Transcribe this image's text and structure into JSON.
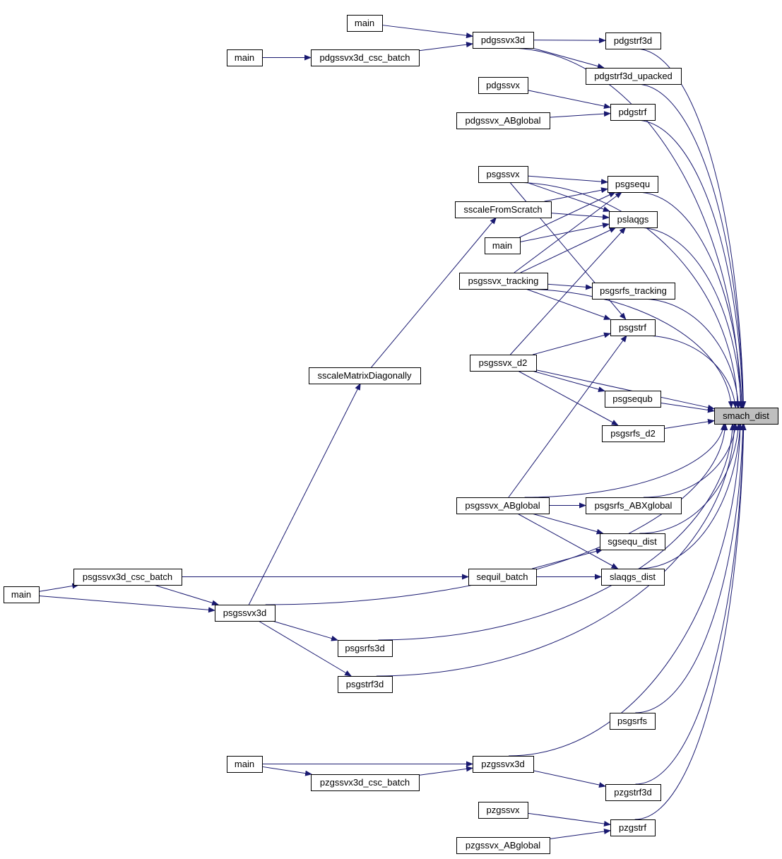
{
  "graph": {
    "target": "smach_dist",
    "edge_color": "#191970",
    "node_fill": "#ffffff",
    "target_fill": "#bfbfbf",
    "nodes": [
      {
        "id": "n_main1",
        "label": "main"
      },
      {
        "id": "n_pdgssvx3d",
        "label": "pdgssvx3d"
      },
      {
        "id": "n_main2",
        "label": "main"
      },
      {
        "id": "n_pdgssvx3d_csc_batch",
        "label": "pdgssvx3d_csc_batch"
      },
      {
        "id": "n_pdgstrf3d",
        "label": "pdgstrf3d"
      },
      {
        "id": "n_pdgstrf3d_upacked",
        "label": "pdgstrf3d_upacked"
      },
      {
        "id": "n_pdgssvx",
        "label": "pdgssvx"
      },
      {
        "id": "n_pdgstrf",
        "label": "pdgstrf"
      },
      {
        "id": "n_pdgssvx_ABglobal",
        "label": "pdgssvx_ABglobal"
      },
      {
        "id": "n_psgssvx",
        "label": "psgssvx"
      },
      {
        "id": "n_psgsequ",
        "label": "psgsequ"
      },
      {
        "id": "n_sscaleFromScratch",
        "label": "sscaleFromScratch"
      },
      {
        "id": "n_pslaqgs",
        "label": "pslaqgs"
      },
      {
        "id": "n_main3",
        "label": "main"
      },
      {
        "id": "n_psgssvx_tracking",
        "label": "psgssvx_tracking"
      },
      {
        "id": "n_psgsrfs_tracking",
        "label": "psgsrfs_tracking"
      },
      {
        "id": "n_psgstrf",
        "label": "psgstrf"
      },
      {
        "id": "n_psgssvx_d2",
        "label": "psgssvx_d2"
      },
      {
        "id": "n_sscaleMatrixDiagonally",
        "label": "sscaleMatrixDiagonally"
      },
      {
        "id": "n_psgsequb",
        "label": "psgsequb"
      },
      {
        "id": "n_smach_dist",
        "label": "smach_dist"
      },
      {
        "id": "n_psgsrfs_d2",
        "label": "psgsrfs_d2"
      },
      {
        "id": "n_psgssvx_ABglobal",
        "label": "psgssvx_ABglobal"
      },
      {
        "id": "n_psgsrfs_ABXglobal",
        "label": "psgsrfs_ABXglobal"
      },
      {
        "id": "n_sgsequ_dist",
        "label": "sgsequ_dist"
      },
      {
        "id": "n_psgssvx3d_csc_batch",
        "label": "psgssvx3d_csc_batch"
      },
      {
        "id": "n_sequil_batch",
        "label": "sequil_batch"
      },
      {
        "id": "n_slaqgs_dist",
        "label": "slaqgs_dist"
      },
      {
        "id": "n_main4",
        "label": "main"
      },
      {
        "id": "n_psgssvx3d",
        "label": "psgssvx3d"
      },
      {
        "id": "n_psgsrfs3d",
        "label": "psgsrfs3d"
      },
      {
        "id": "n_psgstrf3d",
        "label": "psgstrf3d"
      },
      {
        "id": "n_psgsrfs",
        "label": "psgsrfs"
      },
      {
        "id": "n_main5",
        "label": "main"
      },
      {
        "id": "n_pzgssvx3d",
        "label": "pzgssvx3d"
      },
      {
        "id": "n_pzgssvx3d_csc_batch",
        "label": "pzgssvx3d_csc_batch"
      },
      {
        "id": "n_pzgstrf3d",
        "label": "pzgstrf3d"
      },
      {
        "id": "n_pzgssvx",
        "label": "pzgssvx"
      },
      {
        "id": "n_pzgstrf",
        "label": "pzgstrf"
      },
      {
        "id": "n_pzgssvx_ABglobal",
        "label": "pzgssvx_ABglobal"
      }
    ],
    "edges": [
      {
        "from": "n_main1",
        "to": "n_pdgssvx3d"
      },
      {
        "from": "n_main2",
        "to": "n_pdgssvx3d_csc_batch"
      },
      {
        "from": "n_pdgssvx3d_csc_batch",
        "to": "n_pdgssvx3d"
      },
      {
        "from": "n_pdgssvx3d",
        "to": "n_pdgstrf3d"
      },
      {
        "from": "n_pdgssvx3d",
        "to": "n_pdgstrf3d_upacked"
      },
      {
        "from": "n_pdgssvx3d",
        "to": "n_smach_dist"
      },
      {
        "from": "n_pdgstrf3d",
        "to": "n_smach_dist"
      },
      {
        "from": "n_pdgstrf3d_upacked",
        "to": "n_smach_dist"
      },
      {
        "from": "n_pdgssvx",
        "to": "n_pdgstrf"
      },
      {
        "from": "n_pdgssvx_ABglobal",
        "to": "n_pdgstrf"
      },
      {
        "from": "n_pdgstrf",
        "to": "n_smach_dist"
      },
      {
        "from": "n_psgssvx",
        "to": "n_smach_dist"
      },
      {
        "from": "n_psgssvx",
        "to": "n_psgsequ"
      },
      {
        "from": "n_psgssvx",
        "to": "n_pslaqgs"
      },
      {
        "from": "n_psgssvx",
        "to": "n_psgstrf"
      },
      {
        "from": "n_sscaleFromScratch",
        "to": "n_psgsequ"
      },
      {
        "from": "n_sscaleFromScratch",
        "to": "n_pslaqgs"
      },
      {
        "from": "n_main3",
        "to": "n_psgsequ"
      },
      {
        "from": "n_main3",
        "to": "n_pslaqgs"
      },
      {
        "from": "n_psgssvx_tracking",
        "to": "n_psgsequ"
      },
      {
        "from": "n_psgssvx_tracking",
        "to": "n_pslaqgs"
      },
      {
        "from": "n_psgssvx_tracking",
        "to": "n_psgsrfs_tracking"
      },
      {
        "from": "n_psgssvx_tracking",
        "to": "n_psgstrf"
      },
      {
        "from": "n_psgssvx_tracking",
        "to": "n_smach_dist"
      },
      {
        "from": "n_psgsequ",
        "to": "n_smach_dist"
      },
      {
        "from": "n_pslaqgs",
        "to": "n_smach_dist"
      },
      {
        "from": "n_psgsrfs_tracking",
        "to": "n_smach_dist"
      },
      {
        "from": "n_psgstrf",
        "to": "n_smach_dist"
      },
      {
        "from": "n_psgssvx_d2",
        "to": "n_pslaqgs"
      },
      {
        "from": "n_psgssvx_d2",
        "to": "n_psgstrf"
      },
      {
        "from": "n_psgssvx_d2",
        "to": "n_psgsequb"
      },
      {
        "from": "n_psgssvx_d2",
        "to": "n_psgsrfs_d2"
      },
      {
        "from": "n_psgssvx_d2",
        "to": "n_smach_dist"
      },
      {
        "from": "n_sscaleMatrixDiagonally",
        "to": "n_sscaleFromScratch"
      },
      {
        "from": "n_psgsequb",
        "to": "n_smach_dist"
      },
      {
        "from": "n_psgsrfs_d2",
        "to": "n_smach_dist"
      },
      {
        "from": "n_psgssvx_ABglobal",
        "to": "n_psgstrf"
      },
      {
        "from": "n_psgssvx_ABglobal",
        "to": "n_psgsrfs_ABXglobal"
      },
      {
        "from": "n_psgssvx_ABglobal",
        "to": "n_sgsequ_dist"
      },
      {
        "from": "n_psgssvx_ABglobal",
        "to": "n_slaqgs_dist"
      },
      {
        "from": "n_psgssvx_ABglobal",
        "to": "n_smach_dist"
      },
      {
        "from": "n_psgsrfs_ABXglobal",
        "to": "n_smach_dist"
      },
      {
        "from": "n_sgsequ_dist",
        "to": "n_smach_dist"
      },
      {
        "from": "n_slaqgs_dist",
        "to": "n_smach_dist"
      },
      {
        "from": "n_psgssvx3d_csc_batch",
        "to": "n_sequil_batch"
      },
      {
        "from": "n_psgssvx3d_csc_batch",
        "to": "n_psgssvx3d"
      },
      {
        "from": "n_sequil_batch",
        "to": "n_sgsequ_dist"
      },
      {
        "from": "n_sequil_batch",
        "to": "n_slaqgs_dist"
      },
      {
        "from": "n_main4",
        "to": "n_psgssvx3d_csc_batch"
      },
      {
        "from": "n_main4",
        "to": "n_psgssvx3d"
      },
      {
        "from": "n_psgssvx3d",
        "to": "n_sscaleMatrixDiagonally"
      },
      {
        "from": "n_psgssvx3d",
        "to": "n_psgsrfs3d"
      },
      {
        "from": "n_psgssvx3d",
        "to": "n_psgstrf3d"
      },
      {
        "from": "n_psgssvx3d",
        "to": "n_smach_dist"
      },
      {
        "from": "n_psgsrfs3d",
        "to": "n_smach_dist"
      },
      {
        "from": "n_psgstrf3d",
        "to": "n_smach_dist"
      },
      {
        "from": "n_psgsrfs",
        "to": "n_smach_dist"
      },
      {
        "from": "n_main5",
        "to": "n_pzgssvx3d"
      },
      {
        "from": "n_main5",
        "to": "n_pzgssvx3d_csc_batch"
      },
      {
        "from": "n_pzgssvx3d_csc_batch",
        "to": "n_pzgssvx3d"
      },
      {
        "from": "n_pzgssvx3d",
        "to": "n_pzgstrf3d"
      },
      {
        "from": "n_pzgssvx3d",
        "to": "n_smach_dist"
      },
      {
        "from": "n_pzgstrf3d",
        "to": "n_smach_dist"
      },
      {
        "from": "n_pzgssvx",
        "to": "n_pzgstrf"
      },
      {
        "from": "n_pzgssvx_ABglobal",
        "to": "n_pzgstrf"
      },
      {
        "from": "n_pzgstrf",
        "to": "n_smach_dist"
      }
    ]
  }
}
